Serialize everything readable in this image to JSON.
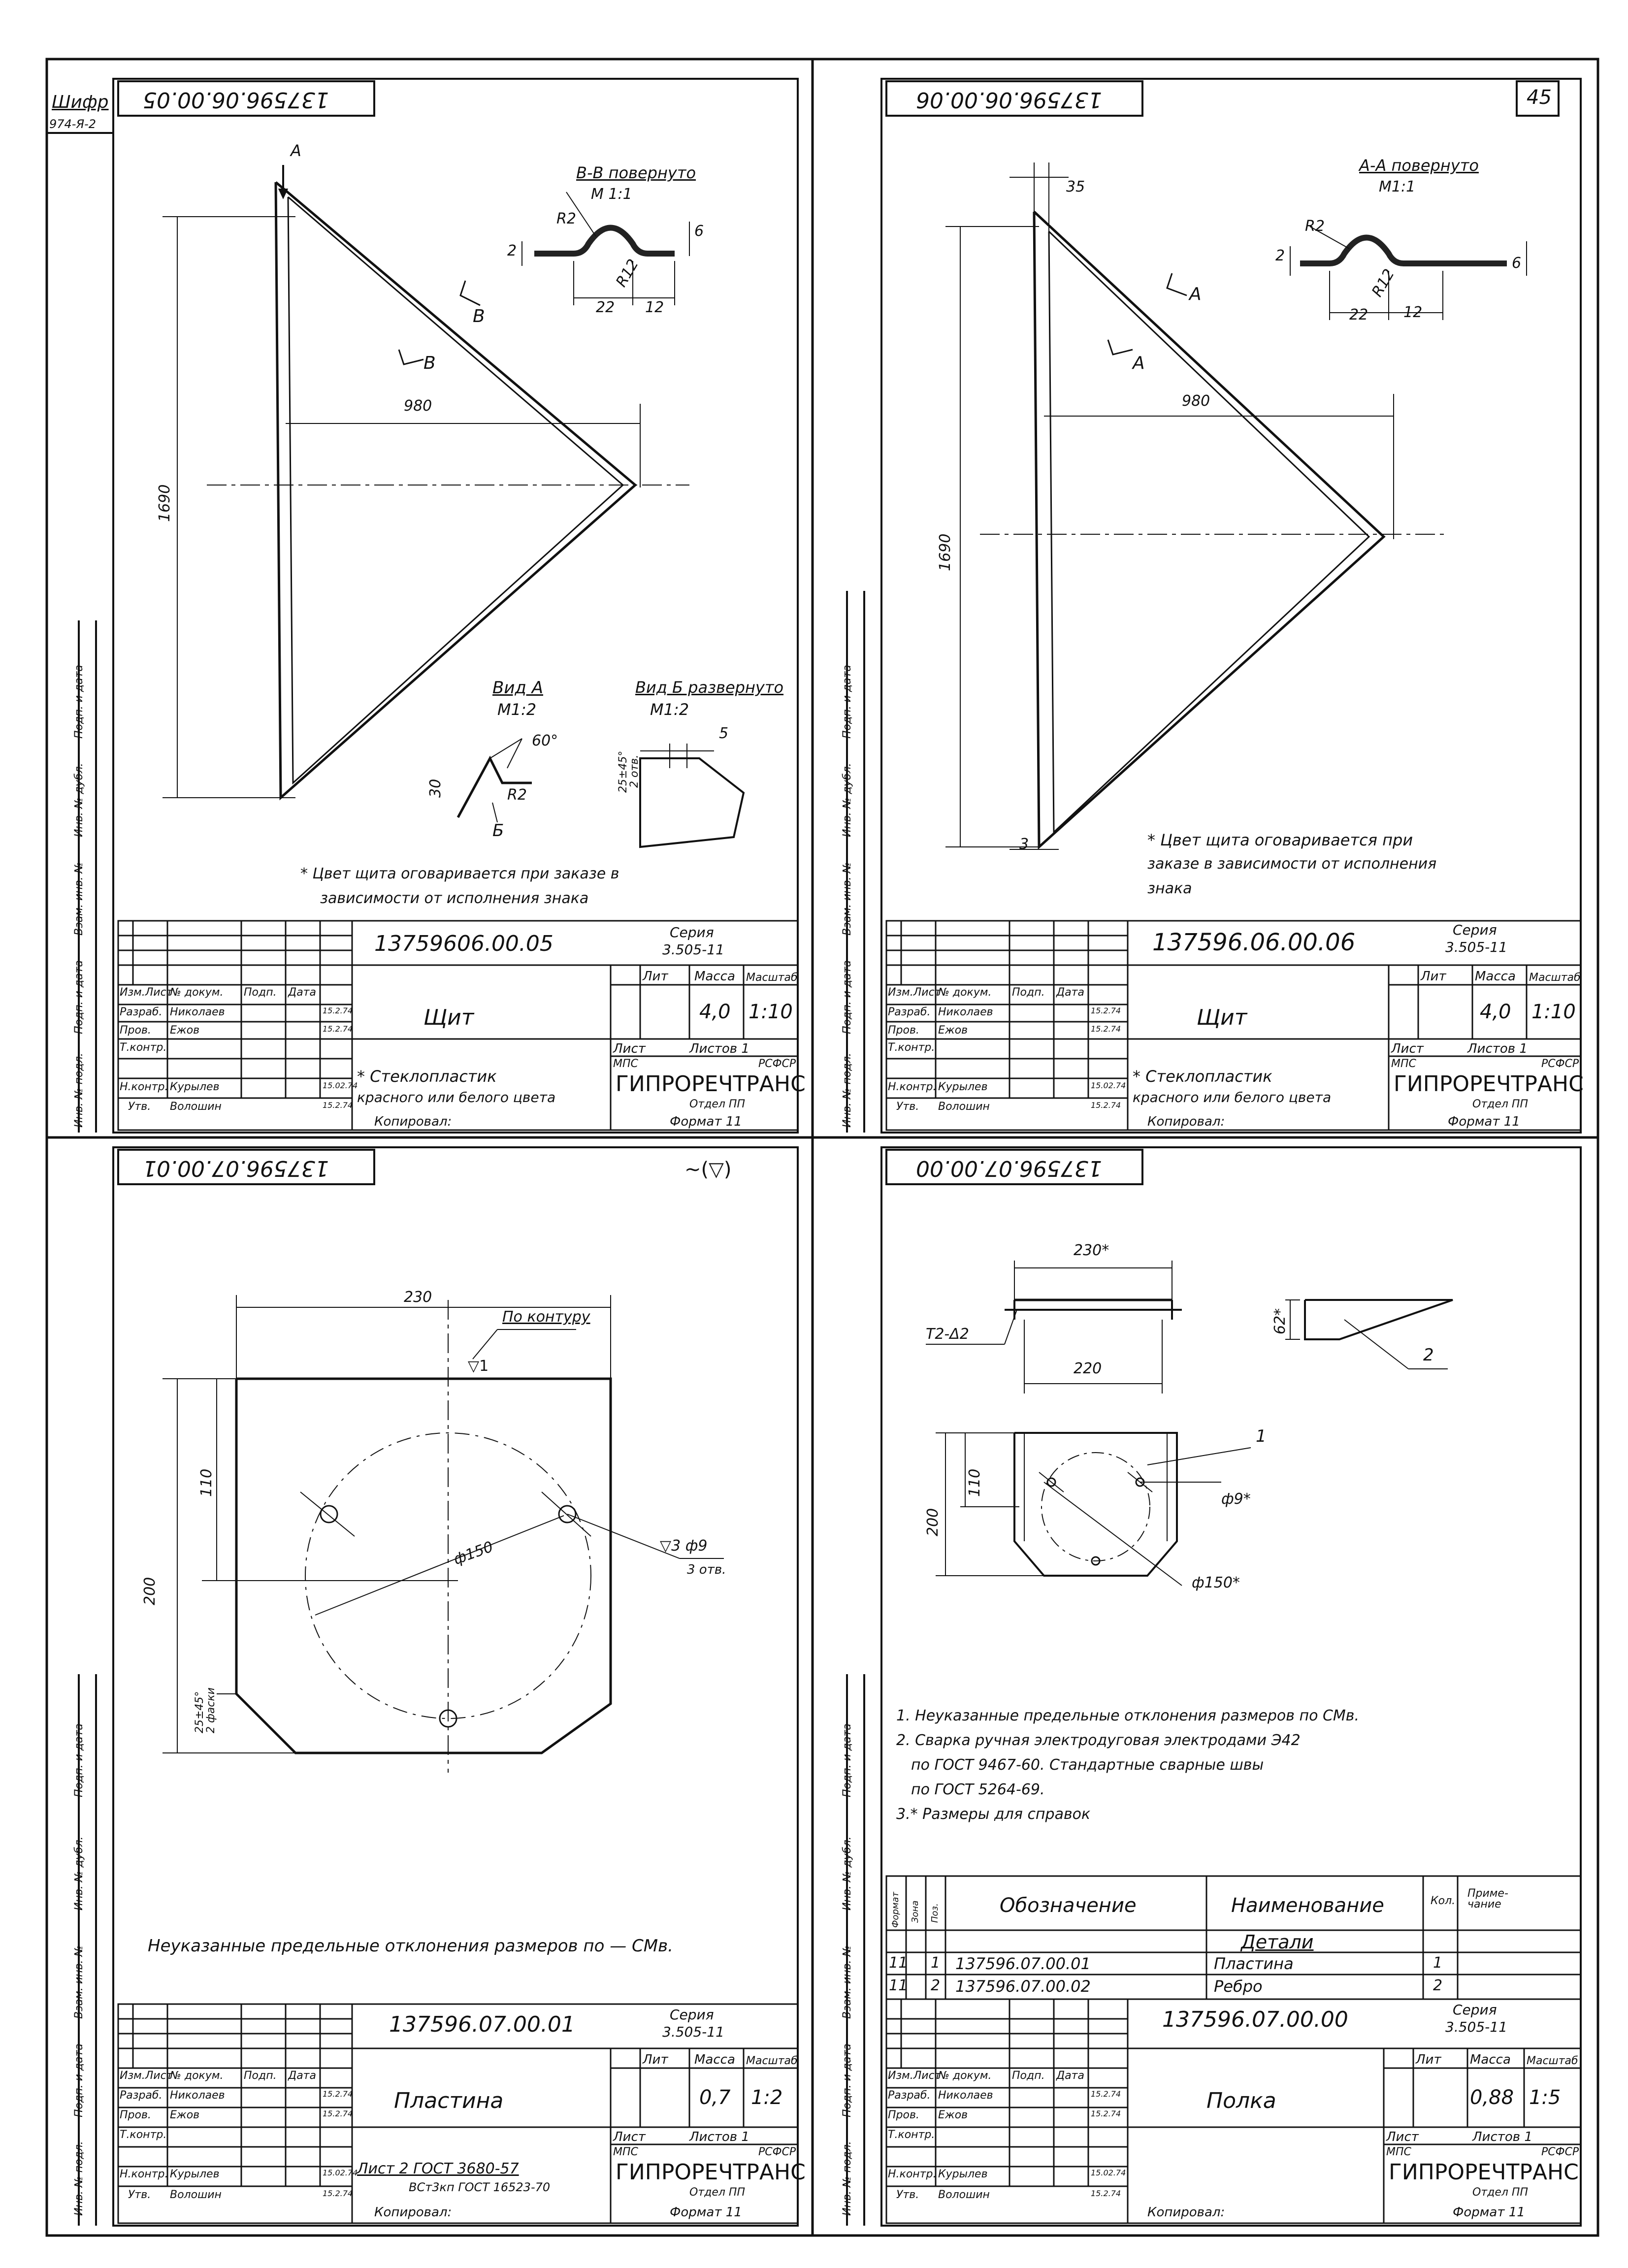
{
  "archive": {
    "label_shifr": "Шифр",
    "code": "974-Я-2",
    "page_number": "45"
  },
  "side_labels": {
    "inv_podl": "Инв. № подл.",
    "podp_data": "Подп. и дата",
    "vzam_inv": "Взам. инв. №",
    "inv_dubl": "Инв. № дубл.",
    "podp_data2": "Подп. и дата"
  },
  "sheet1": {
    "stamp_top": "137596.06.00.05",
    "section": {
      "title": "В-В повернуто",
      "scale": "М 1:1"
    },
    "dims": {
      "r2": "R2",
      "r12": "R12",
      "d2": "2",
      "d6": "6",
      "d22": "22",
      "d12": "12",
      "d980": "980",
      "d1690": "1690",
      "d30": "30",
      "d5": "5",
      "d60": "60°",
      "d2545": "25±45°",
      "grad": "2 отв."
    },
    "cut_a": "А",
    "cut_b1": "В",
    "cut_b2": "В",
    "view_a": {
      "title": "Вид А",
      "scale": "М1:2"
    },
    "view_b": {
      "title": "Вид Б развернуто",
      "scale": "М1:2",
      "b_label": "Б"
    },
    "note1": "* Цвет щита оговаривается при заказе в",
    "note2": "зависимости от исполнения знака",
    "title_block": {
      "doc_number": "13759606.00.05",
      "series_label": "Серия",
      "series": "3.505-11",
      "name": "Щит",
      "material1": "* Стеклопластик",
      "material2": "красного или белого цвета",
      "lit_label": "Лит",
      "mass_label": "Масса",
      "scale_label": "Масштаб",
      "mass": "4,0",
      "scale": "1:10",
      "sheet_label": "Лист",
      "sheets_label": "Листов 1",
      "org1": "МПС",
      "org2": "РСФСР",
      "org3": "ГИПРОРЕЧТРАНС",
      "org4": "Отдел ПП",
      "copied": "Копировал:",
      "format": "Формат 11",
      "rows": [
        {
          "role": "Изм.Лист",
          "name": "№ докум.",
          "sign": "Подп.",
          "date": "Дата"
        },
        {
          "role": "Разраб.",
          "name": "Николаев",
          "sign": "",
          "date": "15.2.74"
        },
        {
          "role": "Пров.",
          "name": "Ежов",
          "sign": "",
          "date": "15.2.74"
        },
        {
          "role": "Т.контр.",
          "name": "",
          "sign": "",
          "date": ""
        },
        {
          "role": "Н.контр.",
          "name": "Курылев",
          "sign": "",
          "date": "15.02.74"
        },
        {
          "role": "Утв.",
          "name": "Волошин",
          "sign": "",
          "date": "15.2.74"
        }
      ]
    }
  },
  "sheet2": {
    "stamp_top": "137596.06.00.06",
    "section": {
      "title": "А-А повернуто",
      "scale": "М1:1"
    },
    "dims": {
      "r2": "R2",
      "r12": "R12",
      "d2": "2",
      "d6": "6",
      "d22": "22",
      "d12": "12",
      "d35": "35",
      "d980": "980",
      "d1690": "1690",
      "d3": "3"
    },
    "cut_a1": "А",
    "cut_a2": "А",
    "note1": "* Цвет щита оговаривается при",
    "note2": "заказе в зависимости от исполнения",
    "note3": "знака",
    "title_block": {
      "doc_number": "137596.06.00.06",
      "series_label": "Серия",
      "series": "3.505-11",
      "name": "Щит",
      "material1": "* Стеклопластик",
      "material2": "красного или белого цвета",
      "lit_label": "Лит",
      "mass_label": "Масса",
      "scale_label": "Масштаб",
      "mass": "4,0",
      "scale": "1:10",
      "sheet_label": "Лист",
      "sheets_label": "Листов 1",
      "org1": "МПС",
      "org2": "РСФСР",
      "org3": "ГИПРОРЕЧТРАНС",
      "org4": "Отдел ПП",
      "copied": "Копировал:",
      "format": "Формат 11",
      "rows": [
        {
          "role": "Изм.Лист",
          "name": "№ докум.",
          "sign": "Подп.",
          "date": "Дата"
        },
        {
          "role": "Разраб.",
          "name": "Николаев",
          "sign": "",
          "date": "15.2.74"
        },
        {
          "role": "Пров.",
          "name": "Ежов",
          "sign": "",
          "date": "15.2.74"
        },
        {
          "role": "Т.контр.",
          "name": "",
          "sign": "",
          "date": ""
        },
        {
          "role": "Н.контр.",
          "name": "Курылев",
          "sign": "",
          "date": "15.02.74"
        },
        {
          "role": "Утв.",
          "name": "Волошин",
          "sign": "",
          "date": "15.2.74"
        }
      ]
    }
  },
  "sheet3": {
    "stamp_top": "137596.07.00.01",
    "roughness": "∼(▽)",
    "contour": "По контуру",
    "contour_sym": "▽1",
    "dims": {
      "d230": "230",
      "d200": "200",
      "d110": "110",
      "d150": "ф150",
      "d9": "▽3 ф9",
      "holes": "3 отв.",
      "d25": "25±45°",
      "d25b": "2 фаски"
    },
    "note": "Неуказанные предельные отклонения размеров по — СМв.",
    "title_block": {
      "doc_number": "137596.07.00.01",
      "series_label": "Серия",
      "series": "3.505-11",
      "name": "Пластина",
      "material1": "Лист 2 ГОСТ 3680-57",
      "material2": "ВСт3кп ГОСТ 16523-70",
      "lit_label": "Лит",
      "mass_label": "Масса",
      "scale_label": "Масштаб",
      "mass": "0,7",
      "scale": "1:2",
      "sheet_label": "Лист",
      "sheets_label": "Листов 1",
      "org1": "МПС",
      "org2": "РСФСР",
      "org3": "ГИПРОРЕЧТРАНС",
      "org4": "Отдел ПП",
      "copied": "Копировал:",
      "format": "Формат 11",
      "rows": [
        {
          "role": "Изм.Лист",
          "name": "№ докум.",
          "sign": "Подп.",
          "date": "Дата"
        },
        {
          "role": "Разраб.",
          "name": "Николаев",
          "sign": "",
          "date": "15.2.74"
        },
        {
          "role": "Пров.",
          "name": "Ежов",
          "sign": "",
          "date": "15.2.74"
        },
        {
          "role": "Т.контр.",
          "name": "",
          "sign": "",
          "date": ""
        },
        {
          "role": "Н.контр.",
          "name": "Курылев",
          "sign": "",
          "date": "15.02.74"
        },
        {
          "role": "Утв.",
          "name": "Волошин",
          "sign": "",
          "date": "15.2.74"
        }
      ]
    }
  },
  "sheet4": {
    "stamp_top": "137596.07.00.00",
    "dims": {
      "d230": "230*",
      "d220": "220",
      "d62": "62*",
      "weld": "Т2-Δ2",
      "d200": "200",
      "d110": "110",
      "d150": "ф150*",
      "d9": "ф9*",
      "pos1": "1",
      "pos2": "2"
    },
    "notes": [
      "1. Неуказанные предельные отклонения размеров по СМв.",
      "2. Сварка ручная электродуговая электродами Э42",
      "по ГОСТ 9467-60. Стандартные сварные швы",
      "по ГОСТ 5264-69.",
      "3.* Размеры для справок"
    ],
    "spec": {
      "h_format": "Формат",
      "h_zone": "Зона",
      "h_pos": "Поз.",
      "h_designation": "Обозначение",
      "h_name": "Наименование",
      "h_qty": "Кол.",
      "h_note": "Приме-чание",
      "section": "Детали",
      "rows": [
        {
          "format": "11",
          "pos": "1",
          "designation": "137596.07.00.01",
          "name": "Пластина",
          "qty": "1"
        },
        {
          "format": "11",
          "pos": "2",
          "designation": "137596.07.00.02",
          "name": "Ребро",
          "qty": "2"
        }
      ]
    },
    "title_block": {
      "doc_number": "137596.07.00.00",
      "series_label": "Серия",
      "series": "3.505-11",
      "name": "Полка",
      "material1": "",
      "material2": "",
      "lit_label": "Лит",
      "mass_label": "Масса",
      "scale_label": "Масштаб",
      "mass": "0,88",
      "scale": "1:5",
      "sheet_label": "Лист",
      "sheets_label": "Листов 1",
      "org1": "МПС",
      "org2": "РСФСР",
      "org3": "ГИПРОРЕЧТРАНС",
      "org4": "Отдел ПП",
      "copied": "Копировал:",
      "format": "Формат 11",
      "rows": [
        {
          "role": "Изм.Лист",
          "name": "№ докум.",
          "sign": "Подп.",
          "date": "Дата"
        },
        {
          "role": "Разраб.",
          "name": "Николаев",
          "sign": "",
          "date": "15.2.74"
        },
        {
          "role": "Пров.",
          "name": "Ежов",
          "sign": "",
          "date": "15.2.74"
        },
        {
          "role": "Т.контр.",
          "name": "",
          "sign": "",
          "date": ""
        },
        {
          "role": "Н.контр.",
          "name": "Курылев",
          "sign": "",
          "date": "15.02.74"
        },
        {
          "role": "Утв.",
          "name": "Волошин",
          "sign": "",
          "date": "15.2.74"
        }
      ]
    }
  }
}
